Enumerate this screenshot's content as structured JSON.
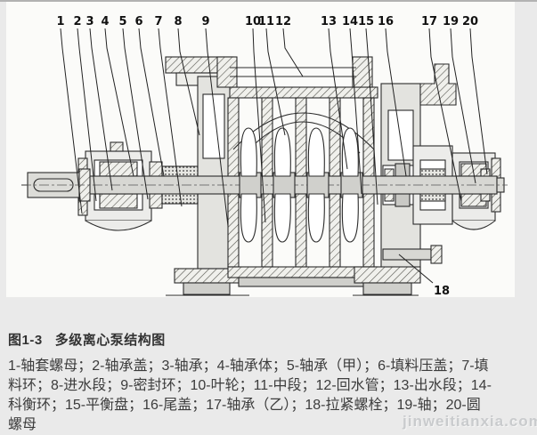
{
  "page": {
    "background": "#eaeaea",
    "figure_background": "#fbfbf9",
    "top_border_color": "#b2b2b2"
  },
  "figure": {
    "type": "technical-cross-section-diagram",
    "subject": "多级离心泵 (multi-stage centrifugal pump) cutaway drawing",
    "callouts": [
      "1",
      "2",
      "3",
      "4",
      "5",
      "6",
      "7",
      "8",
      "9",
      "10",
      "11",
      "12",
      "13",
      "14",
      "15",
      "16",
      "17",
      "18",
      "19",
      "20"
    ],
    "watermark": "jinweitianxia.com"
  },
  "caption": {
    "figure_label": "图1-3",
    "title": "多级离心泵结构图"
  },
  "legend": {
    "lines": [
      "1-轴套螺母；2-轴承盖；3-轴承；4-轴承体；5-轴承（甲）；6-填料压盖；7-填",
      "料环；8-进水段；9-密封环；10-叶轮；11-中段；12-回水管；13-出水段；14-",
      "科衡环；15-平衡盘；16-尾盖；17-轴承（乙）；18-拉紧螺栓；19-轴；20-圆",
      "螺母"
    ],
    "parts": [
      {
        "num": "1",
        "name": "轴套螺母"
      },
      {
        "num": "2",
        "name": "轴承盖"
      },
      {
        "num": "3",
        "name": "轴承"
      },
      {
        "num": "4",
        "name": "轴承体"
      },
      {
        "num": "5",
        "name": "轴承（甲）"
      },
      {
        "num": "6",
        "name": "填料压盖"
      },
      {
        "num": "7",
        "name": "填料环"
      },
      {
        "num": "8",
        "name": "进水段"
      },
      {
        "num": "9",
        "name": "密封环"
      },
      {
        "num": "10",
        "name": "叶轮"
      },
      {
        "num": "11",
        "name": "中段"
      },
      {
        "num": "12",
        "name": "回水管"
      },
      {
        "num": "13",
        "name": "出水段"
      },
      {
        "num": "14",
        "name": "科衡环"
      },
      {
        "num": "15",
        "name": "平衡盘"
      },
      {
        "num": "16",
        "name": "尾盖"
      },
      {
        "num": "17",
        "name": "轴承（乙）"
      },
      {
        "num": "18",
        "name": "拉紧螺栓"
      },
      {
        "num": "19",
        "name": "轴"
      },
      {
        "num": "20",
        "name": "圆螺母"
      }
    ]
  }
}
